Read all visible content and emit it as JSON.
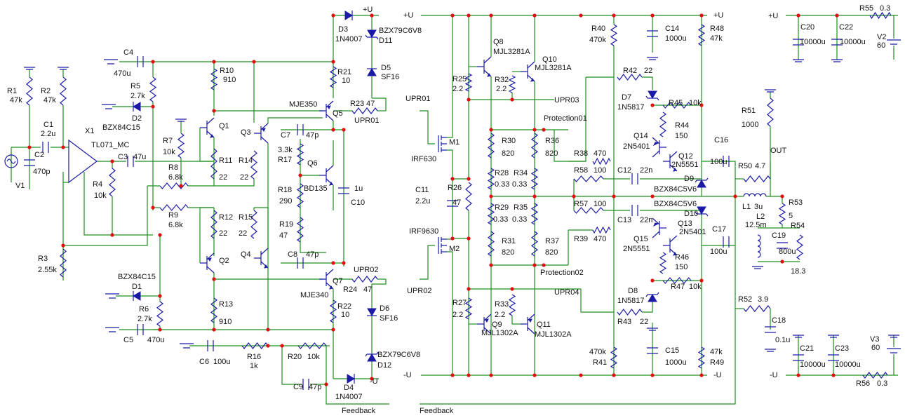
{
  "schematic": {
    "rails": {
      "pos": "+U",
      "neg": "-U"
    },
    "left_stage": {
      "R1": "R1",
      "R1_v": "47k",
      "R2": "R2",
      "R2_v": "47k",
      "C1": "C1",
      "C1_v": "2.2u",
      "C2": "C2",
      "C2_v": "470p",
      "V1": "V1",
      "X1": "X1",
      "X1_part": "TL071_MC",
      "R3": "R3",
      "R3_v": "2.55k",
      "R4": "R4",
      "R4_v": "10k",
      "C3": "C3",
      "C3_v": "47u",
      "C4": "C4",
      "C4_v": "470u",
      "R5": "R5",
      "R5_v": "2.7k",
      "D2": "D2",
      "D2_part": "BZX84C15",
      "R7": "R7",
      "R7_v": "10k",
      "R8": "R8",
      "R8_v": "6.8k",
      "R9": "R9",
      "R9_v": "6.8k",
      "D1": "D1",
      "D1_part": "BZX84C15",
      "R6": "R6",
      "R6_v": "2.7k",
      "C5": "C5",
      "C5_v": "470u",
      "C6": "C6",
      "C6_v": "100u",
      "R16": "R16",
      "R16_v": "1k",
      "R20": "R20",
      "R20_v": "10k",
      "C9": "C9",
      "C9_v": "47p"
    },
    "vas_stage": {
      "R10": "R10",
      "R10_v": "910",
      "Q1": "Q1",
      "Q2": "Q2",
      "Q3": "Q3",
      "Q4": "Q4",
      "R11": "R11",
      "R11_v": "22",
      "R14": "R14",
      "R14_v": "22",
      "R12": "R12",
      "R12_v": "22",
      "R15": "R15",
      "R15_v": "22",
      "R13": "R13",
      "R13_v": "910",
      "R21": "R21",
      "R21_v": "10",
      "R22": "R22",
      "R22_v": "10",
      "Q5": "Q5",
      "Q5_part": "MJE350",
      "Q7": "Q7",
      "Q7_part": "MJE340",
      "Q6": "Q6",
      "Q6_part": "BD135",
      "R17": "R17",
      "R17_v": "3.3k",
      "R18": "R18",
      "R18_v": "290",
      "R19": "R19",
      "R19_v": "47",
      "C7": "C7",
      "C7_v": "47p",
      "C8": "C8",
      "C8_v": "47p",
      "C10": "C10",
      "C10_v": "1u",
      "R23": "R23",
      "R23_v": "47",
      "R24": "R24",
      "R24_v": "47",
      "UPR01": "UPR01",
      "UPR02": "UPR02",
      "D3": "D3",
      "D3_part": "1N4007",
      "D4": "D4",
      "D4_part": "1N4007",
      "D11": "D11",
      "D11_part": "BZX79C6V8",
      "D12": "D12",
      "D12_part": "BZX79C6V8",
      "D5": "D5",
      "D5_part": "SF16",
      "D6": "D6",
      "D6_part": "SF16",
      "feedback": "Feedback"
    },
    "output_stage": {
      "UPR01": "UPR01",
      "UPR02": "UPR02",
      "UPR03": "UPR03",
      "UPR04": "UPR04",
      "M1": "M1",
      "M1_part": "IRF630",
      "M2": "M2",
      "M2_part": "IRF9630",
      "C11": "C11",
      "C11_v": "2.2u",
      "R26": "R26",
      "R26_v": "47",
      "R25": "R25",
      "R25_v": "2.2",
      "R32": "R32",
      "R32_v": "2.2",
      "R27": "R27",
      "R27_v": "2.2",
      "R33": "R33",
      "R33_v": "2.2",
      "Q8": "Q8",
      "Q8_part": "MJL3281A",
      "Q10": "Q10",
      "Q10_part": "MJL3281A",
      "Q9": "Q9",
      "Q9_part": "MJL1302A",
      "Q11": "Q11",
      "Q11_part": "MJL1302A",
      "R30": "R30",
      "R30_v": "820",
      "R36": "R36",
      "R36_v": "820",
      "R28": "R28",
      "R28_v": "0.33",
      "R34": "R34",
      "R34_v": "0.33",
      "R29": "R29",
      "R29_v": "0.33",
      "R35": "R35",
      "R35_v": "0.33",
      "R31": "R31",
      "R31_v": "820",
      "R37": "R37",
      "R37_v": "820",
      "protection01": "Protection01",
      "protection02": "Protection02",
      "R40": "R40",
      "R40_v": "470k",
      "R41": "R41",
      "R41_v": "470k",
      "C14": "C14",
      "C14_v": "1000u",
      "C15": "C15",
      "C15_v": "1000u",
      "R48": "R48",
      "R48_v": "47k",
      "R49": "R49",
      "R49_v": "47k",
      "R42": "R42",
      "R42_v": "22",
      "R43": "R43",
      "R43_v": "22",
      "D7": "D7",
      "D7_part": "1N5817",
      "D8": "D8",
      "D8_part": "1N5817",
      "R45": "R45",
      "R45_v": "10k",
      "R47": "R47",
      "R47_v": "10k",
      "R44": "R44",
      "R44_v": "150",
      "R46": "R46",
      "R46_v": "150",
      "Q14": "Q14",
      "Q14_part": "2N5401",
      "Q13": "Q13",
      "Q13_part": "2N5401",
      "Q12": "Q12",
      "Q12_part": "2N5551",
      "Q15": "Q15",
      "Q15_part": "2N5551",
      "R38": "R38",
      "R38_v": "470",
      "R39": "R39",
      "R39_v": "470",
      "R58": "R58",
      "R58_v": "100",
      "R57": "R57",
      "R57_v": "100",
      "C12": "C12",
      "C12_v": "22n",
      "C13": "C13",
      "C13_v": "22n",
      "D9": "D9",
      "D9_part": "BZX84C5V6",
      "D10": "D10",
      "D10_part": "BZX84C5V6",
      "C16": "C16",
      "C16_v": "100u",
      "C17": "C17",
      "C17_v": "100u",
      "feedback": "Feedback"
    },
    "output_network": {
      "R51": "R51",
      "R51_v": "1000",
      "out": "OUT",
      "R50": "R50",
      "R50_v": "4.7",
      "L1": "L1",
      "L1_v": "3u",
      "R53": "R53",
      "R53_v": "5",
      "L2": "L2",
      "L2_v": "12.5m",
      "C19": "C19",
      "C19_v": "800u",
      "R54": "R54",
      "R54_v": "18.3",
      "R52": "R52",
      "R52_v": "3.9",
      "C18": "C18",
      "C18_v": "0.1u"
    },
    "supply": {
      "C20": "C20",
      "C20_v": "10000u",
      "C22": "C22",
      "C22_v": "10000u",
      "R55": "R55",
      "R55_v": "0.3",
      "V2": "V2",
      "V2_v": "60",
      "C21": "C21",
      "C21_v": "10000u",
      "C23": "C23",
      "C23_v": "10000u",
      "V3": "V3",
      "V3_v": "60",
      "R56": "R56",
      "R56_v": "0.3"
    }
  }
}
